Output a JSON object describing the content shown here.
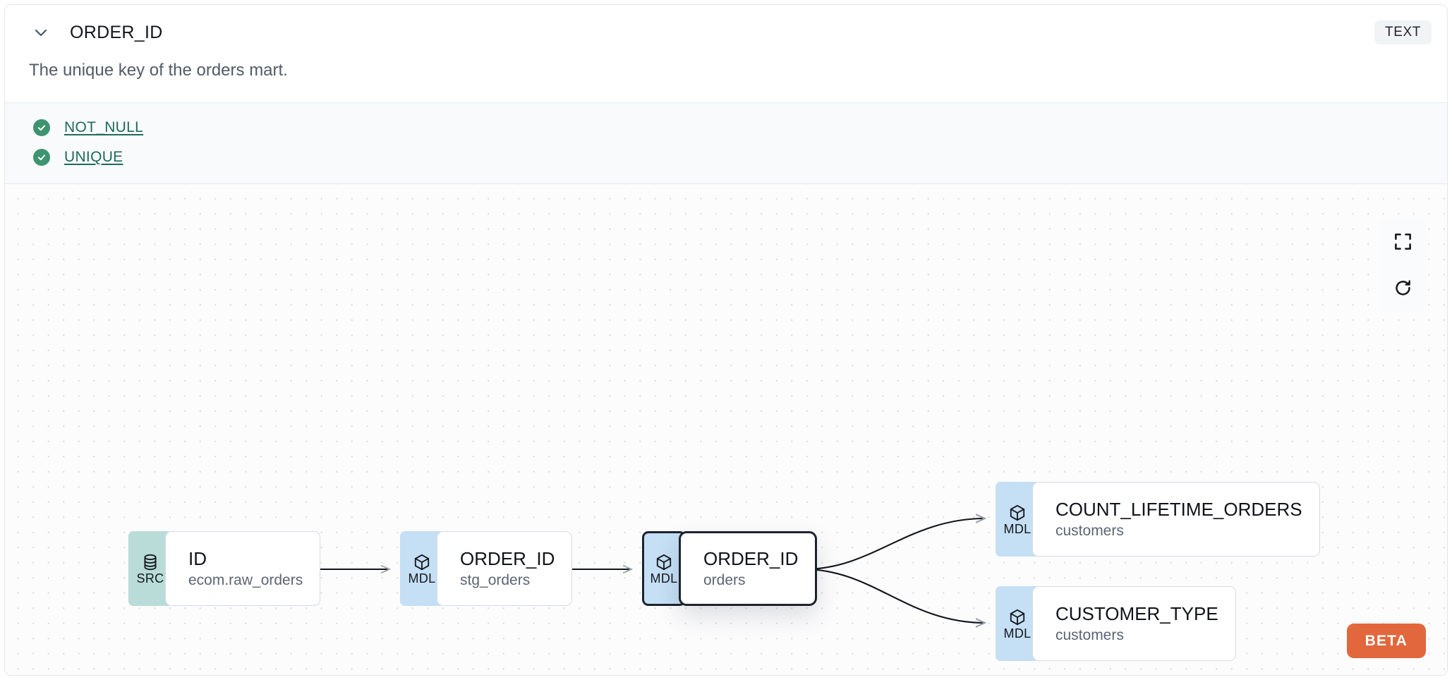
{
  "header": {
    "collapse_icon": "chevron-down-icon",
    "column_name": "ORDER_ID",
    "data_type": "TEXT"
  },
  "description": "The unique key of the orders mart.",
  "tests": [
    {
      "status_icon": "check-circle-icon",
      "name": "NOT_NULL",
      "status": "pass"
    },
    {
      "status_icon": "check-circle-icon",
      "name": "UNIQUE",
      "status": "pass"
    }
  ],
  "lineage": {
    "nodes": [
      {
        "id": "src",
        "badge": "SRC",
        "badge_icon": "database-icon",
        "name": "ID",
        "parent": "ecom.raw_orders",
        "selected": false
      },
      {
        "id": "stg",
        "badge": "MDL",
        "badge_icon": "cube-icon",
        "name": "ORDER_ID",
        "parent": "stg_orders",
        "selected": false
      },
      {
        "id": "orders",
        "badge": "MDL",
        "badge_icon": "cube-icon",
        "name": "ORDER_ID",
        "parent": "orders",
        "selected": true
      },
      {
        "id": "count",
        "badge": "MDL",
        "badge_icon": "cube-icon",
        "name": "COUNT_LIFETIME_ORDERS",
        "parent": "customers",
        "selected": false
      },
      {
        "id": "custtype",
        "badge": "MDL",
        "badge_icon": "cube-icon",
        "name": "CUSTOMER_TYPE",
        "parent": "customers",
        "selected": false
      }
    ],
    "edges": [
      {
        "from": "src",
        "to": "stg"
      },
      {
        "from": "stg",
        "to": "orders"
      },
      {
        "from": "orders",
        "to": "count"
      },
      {
        "from": "orders",
        "to": "custtype"
      }
    ],
    "controls": [
      {
        "id": "fit-view",
        "icon": "fit-view-icon"
      },
      {
        "id": "refresh",
        "icon": "refresh-icon"
      }
    ],
    "beta_label": "BETA"
  },
  "colors": {
    "src_badge": "#B9DCD8",
    "mdl_badge": "#C5DFF5",
    "test_pass": "#3E9471",
    "test_link": "#1F6A5C",
    "beta": "#E2673C",
    "selected_border": "#1E2330",
    "type_badge_bg": "#F1F3F5"
  }
}
